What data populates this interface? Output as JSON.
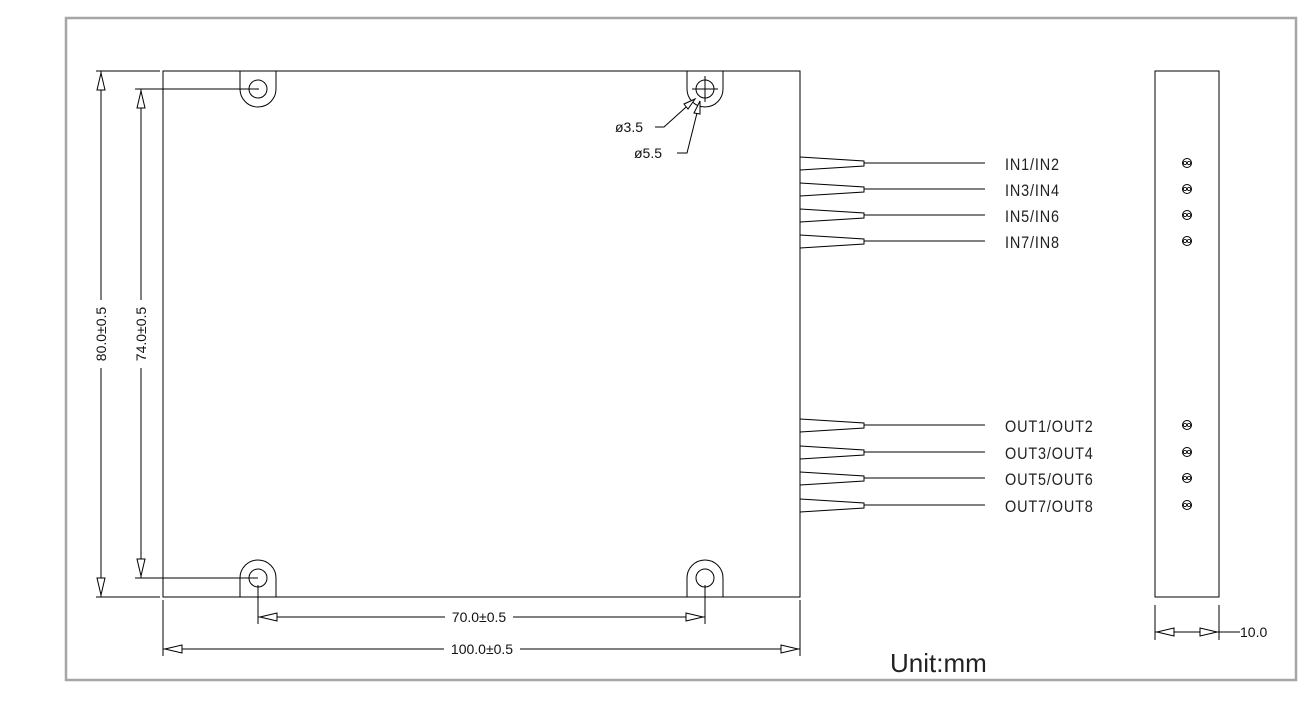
{
  "drawing": {
    "dimensions": {
      "height_outer": "80.0±0.5",
      "height_holes": "74.0±0.5",
      "width_holes": "70.0±0.5",
      "width_outer": "100.0±0.5",
      "thickness": "10.0",
      "hole_inner": "ø3.5",
      "hole_outer": "ø5.5"
    },
    "inputs": [
      "IN1/IN2",
      "IN3/IN4",
      "IN5/IN6",
      "IN7/IN8"
    ],
    "outputs": [
      "OUT1/OUT2",
      "OUT3/OUT4",
      "OUT5/OUT6",
      "OUT7/OUT8"
    ],
    "unit": "Unit:mm"
  }
}
